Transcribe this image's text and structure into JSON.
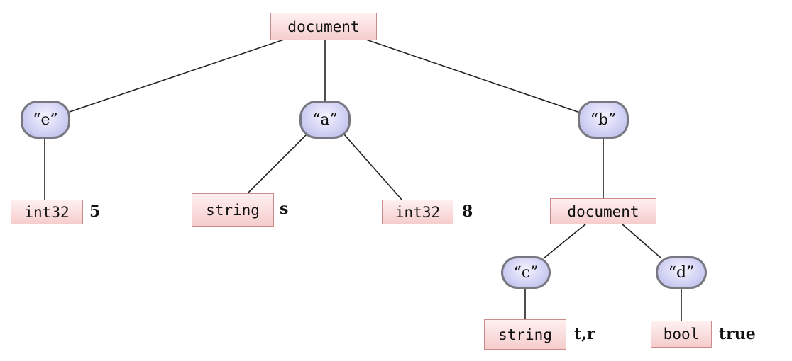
{
  "root": {
    "type": "document"
  },
  "fields": [
    {
      "key": "“e”",
      "type": "int32",
      "value": "5"
    },
    {
      "key": "“a”",
      "children": [
        {
          "type": "string",
          "value": "s"
        },
        {
          "type": "int32",
          "value": "8"
        }
      ]
    },
    {
      "key": "“b”",
      "type": "document",
      "children": [
        {
          "key": "“c”",
          "type": "string",
          "value": "t,r"
        },
        {
          "key": "“d”",
          "type": "bool",
          "value": "true"
        }
      ]
    }
  ],
  "colors": {
    "type_box_border": "#c98b8b",
    "type_box_fill": "#f6cdcd",
    "key_node_border": "#77777f",
    "key_node_fill": "#c6c8ee",
    "edge": "#222222"
  }
}
